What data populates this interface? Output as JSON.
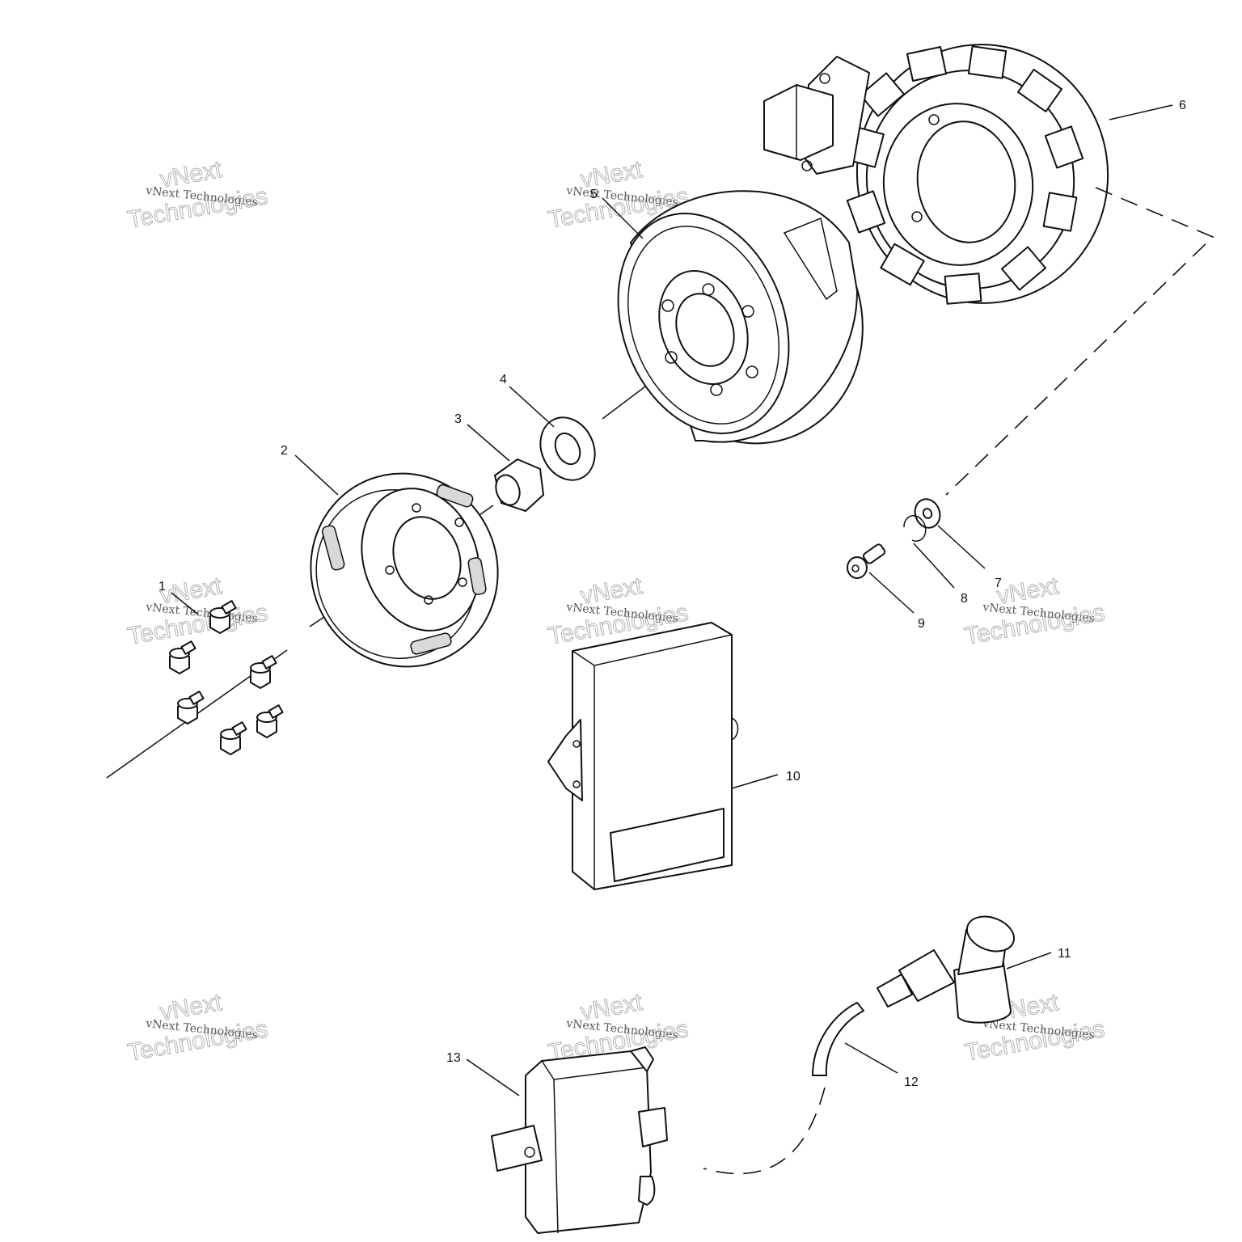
{
  "diagram": {
    "callouts": [
      {
        "id": "1",
        "label": "1"
      },
      {
        "id": "2",
        "label": "2"
      },
      {
        "id": "3",
        "label": "3"
      },
      {
        "id": "4",
        "label": "4"
      },
      {
        "id": "5",
        "label": "5"
      },
      {
        "id": "6",
        "label": "6"
      },
      {
        "id": "7",
        "label": "7"
      },
      {
        "id": "8",
        "label": "8"
      },
      {
        "id": "9",
        "label": "9"
      },
      {
        "id": "10",
        "label": "10"
      },
      {
        "id": "11",
        "label": "11"
      },
      {
        "id": "12",
        "label": "12"
      },
      {
        "id": "13",
        "label": "13"
      }
    ],
    "watermark": {
      "line1": "vNext Technologies",
      "big1": "vNext",
      "big2": "Technologies"
    }
  }
}
